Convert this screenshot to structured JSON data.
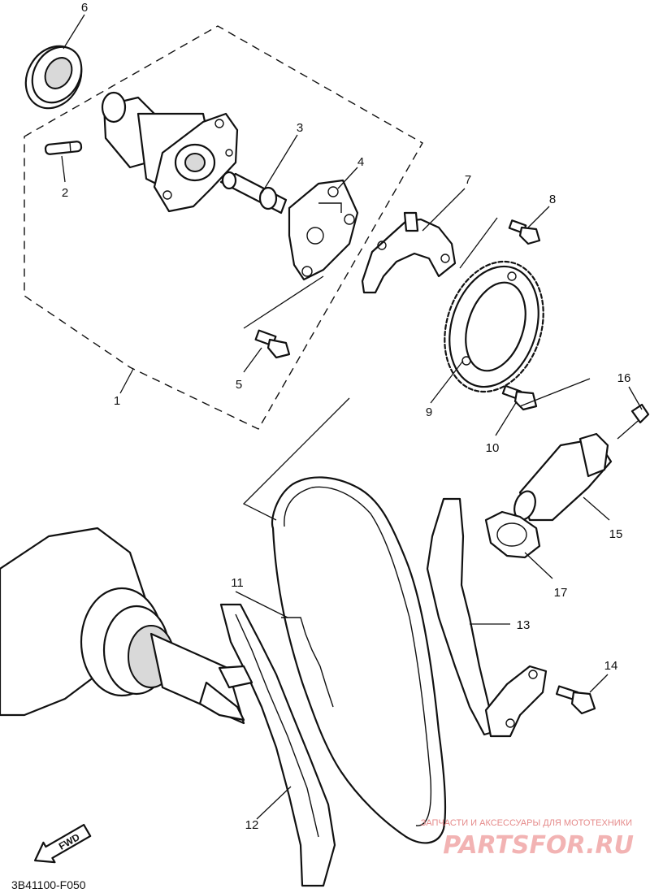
{
  "diagram_code": "3B41100-F050",
  "watermark": {
    "tagline": "ЗАПЧАСТИ И АКСЕССУАРЫ ДЛЯ МОТОТЕХНИКИ",
    "logo": "PARTSFOR.RU"
  },
  "fwd_label": "FWD",
  "parts": [
    {
      "number": "1",
      "icon": "camshaft-assembly-frame"
    },
    {
      "number": "2",
      "icon": "dowel-pin"
    },
    {
      "number": "3",
      "icon": "decompression-shaft"
    },
    {
      "number": "4",
      "icon": "decompressor-lever"
    },
    {
      "number": "5",
      "icon": "bolt"
    },
    {
      "number": "6",
      "icon": "bearing"
    },
    {
      "number": "7",
      "icon": "sprocket-plate"
    },
    {
      "number": "8",
      "icon": "bolt"
    },
    {
      "number": "9",
      "icon": "cam-sprocket"
    },
    {
      "number": "10",
      "icon": "bolt"
    },
    {
      "number": "11",
      "icon": "cam-chain"
    },
    {
      "number": "12",
      "icon": "chain-guide"
    },
    {
      "number": "13",
      "icon": "tensioner-guide"
    },
    {
      "number": "14",
      "icon": "bolt"
    },
    {
      "number": "15",
      "icon": "chain-tensioner"
    },
    {
      "number": "16",
      "icon": "bolt"
    },
    {
      "number": "17",
      "icon": "gasket"
    }
  ]
}
